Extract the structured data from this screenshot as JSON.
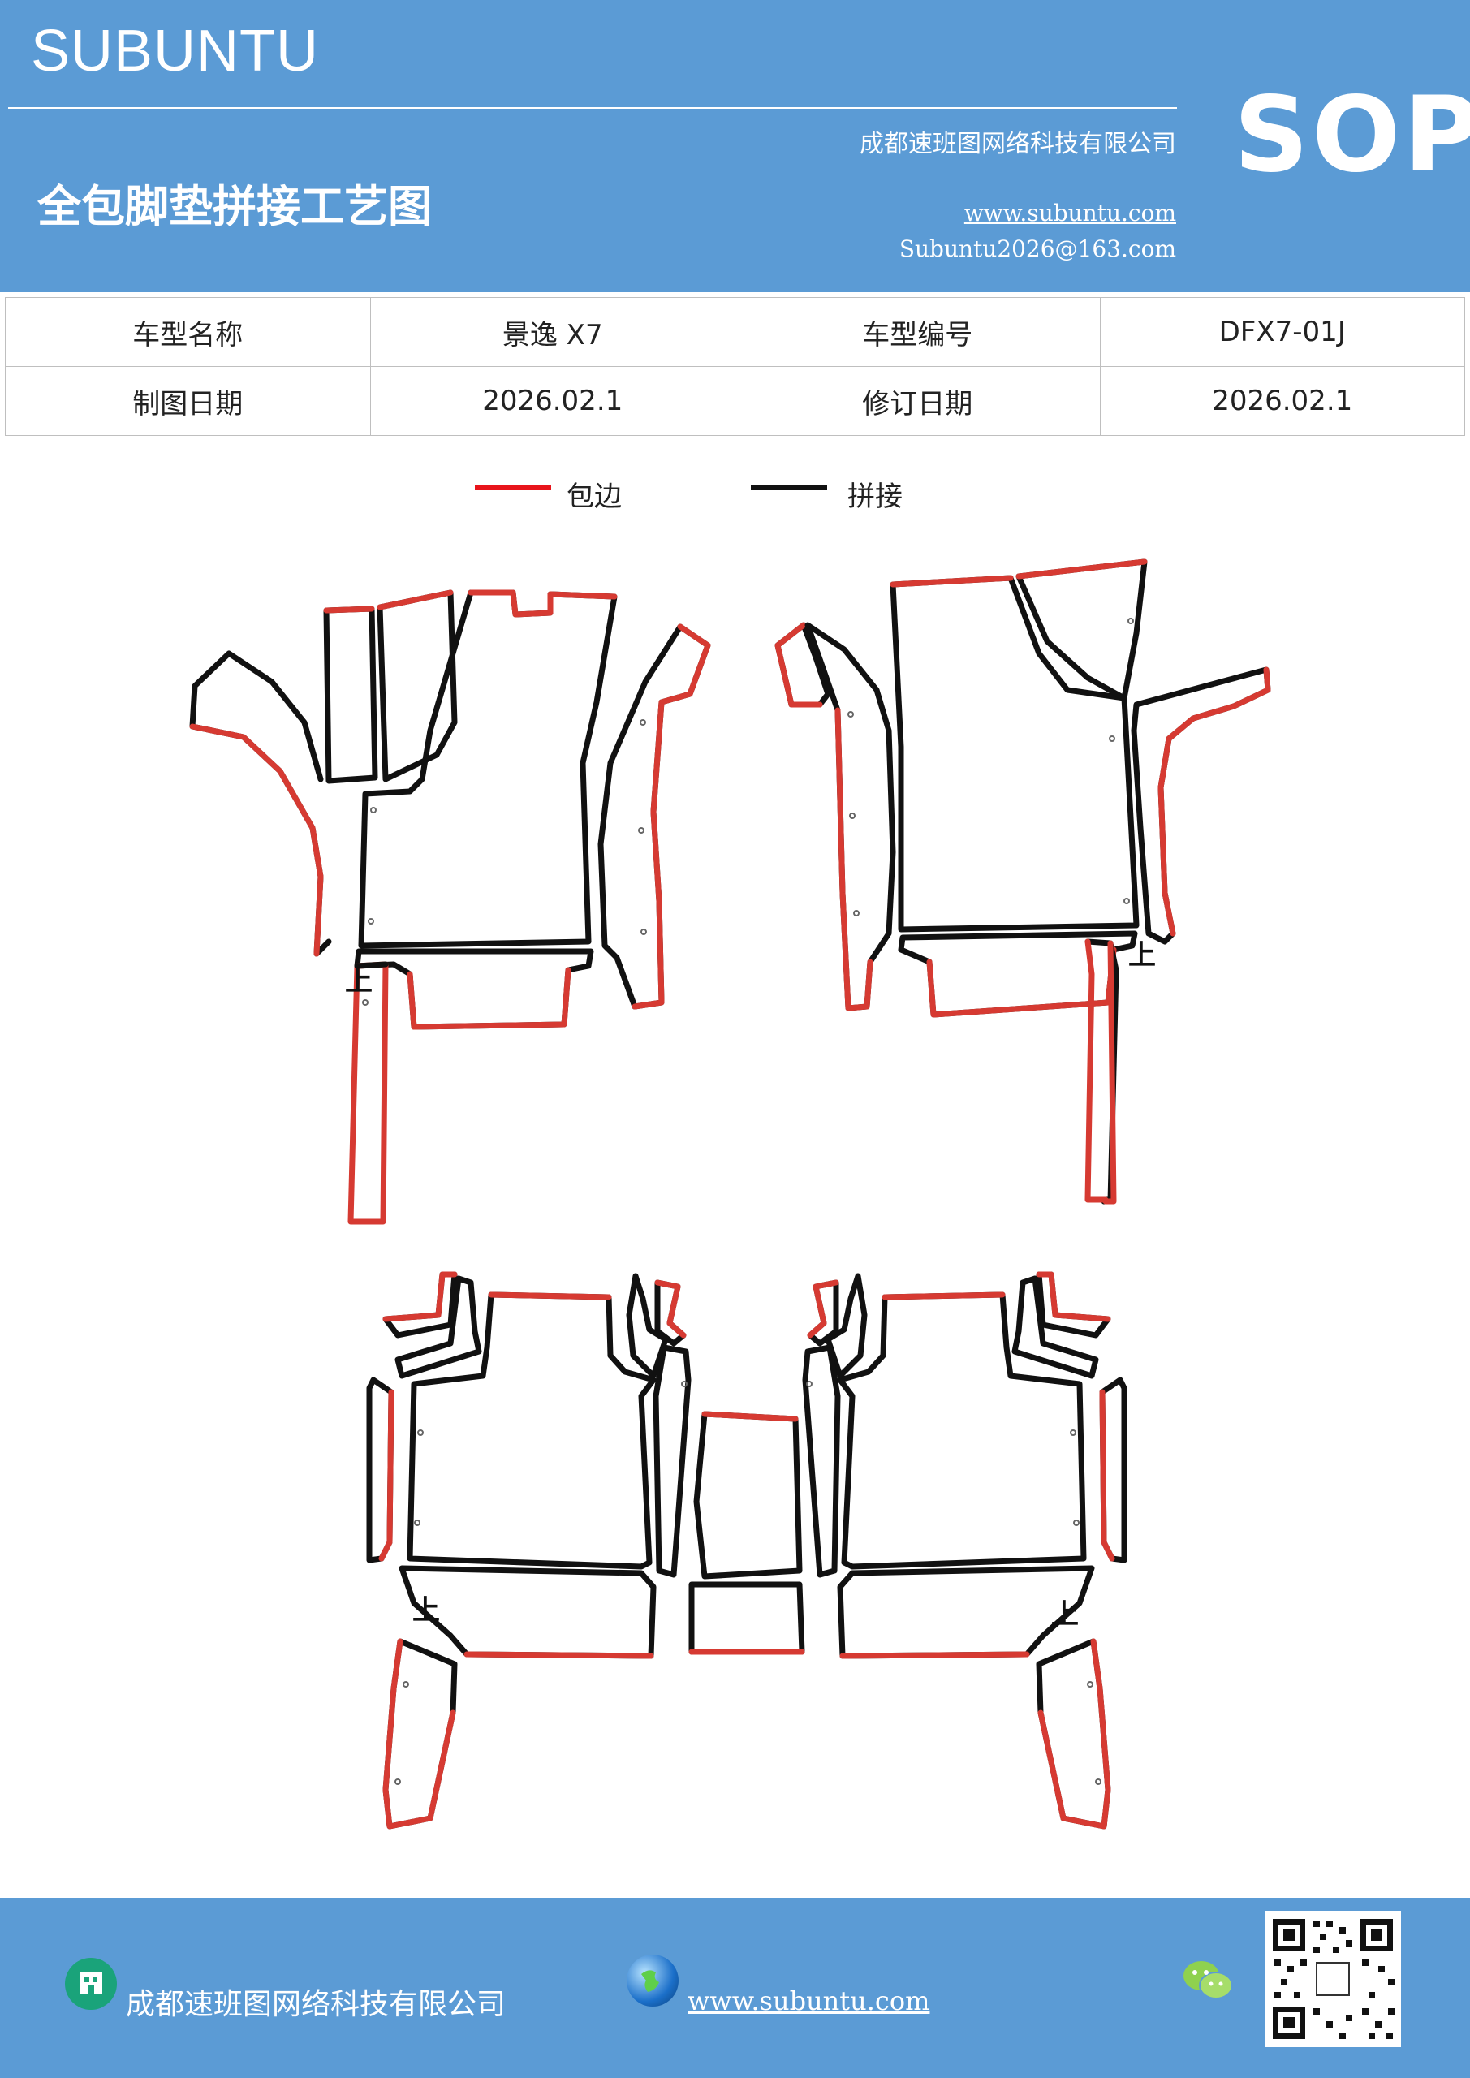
{
  "header": {
    "brand": "SUBUNTU",
    "company": "成都速班图网络科技有限公司",
    "title": "全包脚垫拼接工艺图",
    "website": "www.subuntu.com",
    "email": "Subuntu2026@163.com",
    "badge": "SOP"
  },
  "info_table": {
    "model_name_label": "车型名称",
    "model_name": "景逸 X7",
    "model_code_label": "车型编号",
    "model_code": "DFX7-01J",
    "draw_date_label": "制图日期",
    "draw_date": "2026.02.1",
    "revise_date_label": "修订日期",
    "revise_date": "2026.02.1"
  },
  "legend": {
    "edge_label": "包边",
    "edge_color": "#e8141b",
    "seam_label": "拼接",
    "seam_color": "#111111"
  },
  "diagram": {
    "up_mark": "上"
  },
  "footer": {
    "company": "成都速班图网络科技有限公司",
    "website": "www.subuntu.com",
    "building_icon": "building-icon",
    "globe_icon": "globe-icon",
    "wechat_icon": "wechat-icon",
    "qr_icon": "qr-code-icon"
  }
}
